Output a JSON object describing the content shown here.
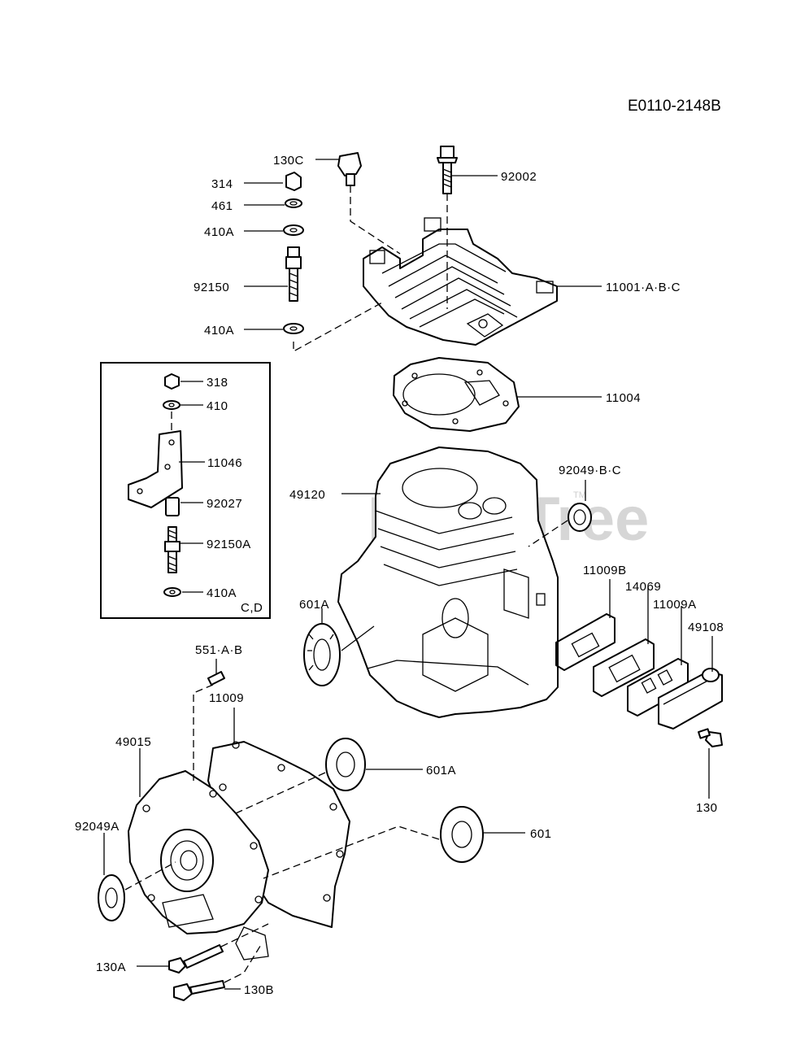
{
  "diagram_code": "E0110-2148B",
  "watermark": "PartsTree",
  "watermark_tm": "TM",
  "inset_group_label": "C,D",
  "parts": {
    "p130C": "130C",
    "p92002": "92002",
    "p314": "314",
    "p461": "461",
    "p410A_top": "410A",
    "p92150": "92150",
    "p410A_mid": "410A",
    "p11001": "11001·A·B·C",
    "p318": "318",
    "p410": "410",
    "p11046": "11046",
    "p92027": "92027",
    "p92150A": "92150A",
    "p410A_inset": "410A",
    "p11004": "11004",
    "p92049BC": "92049·B·C",
    "p49120": "49120",
    "p11009B": "11009B",
    "p14069": "14069",
    "p11009A": "11009A",
    "p49108": "49108",
    "p601A_left": "601A",
    "p551AB": "551·A·B",
    "p11009": "11009",
    "p49015": "49015",
    "p601A_low": "601A",
    "p92049A": "92049A",
    "p601": "601",
    "p130": "130",
    "p130A": "130A",
    "p130B": "130B"
  }
}
